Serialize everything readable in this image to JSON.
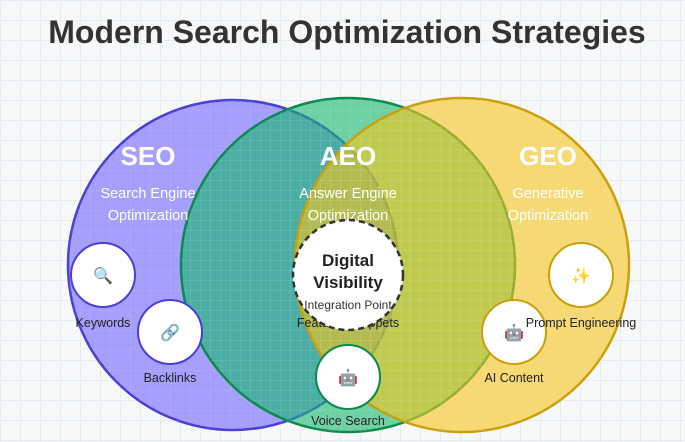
{
  "title": "Modern Search Optimization Strategies",
  "circles": [
    {
      "abbr": "SEO",
      "line1": "Search Engine",
      "line2": "Optimization",
      "fill": "#6c63ff",
      "stroke": "#4a3fd6"
    },
    {
      "abbr": "AEO",
      "line1": "Answer Engine",
      "line2": "Optimization",
      "fill": "#12b86a",
      "stroke": "#0b8a4c"
    },
    {
      "abbr": "GEO",
      "line1": "Generative",
      "line2": "Optimization",
      "fill": "#f5c518",
      "stroke": "#c9a00c"
    }
  ],
  "center": {
    "line1": "Digital",
    "line2": "Visibility",
    "sub": "Integration Point"
  },
  "nodes": {
    "keywords": {
      "label": "Keywords",
      "icon": "🔍",
      "icon_name": "magnifier-icon"
    },
    "backlinks": {
      "label": "Backlinks",
      "icon": "🔗",
      "icon_name": "link-icon"
    },
    "featured": {
      "label": "Featured Snippets"
    },
    "voice": {
      "label": "Voice Search",
      "icon": "🤖",
      "icon_name": "robot-icon"
    },
    "ai_content": {
      "label": "AI Content",
      "icon": "🤖",
      "icon_name": "robot-icon"
    },
    "prompt": {
      "label": "Prompt Engineering",
      "icon": "✨",
      "icon_name": "sparkles-icon"
    }
  }
}
